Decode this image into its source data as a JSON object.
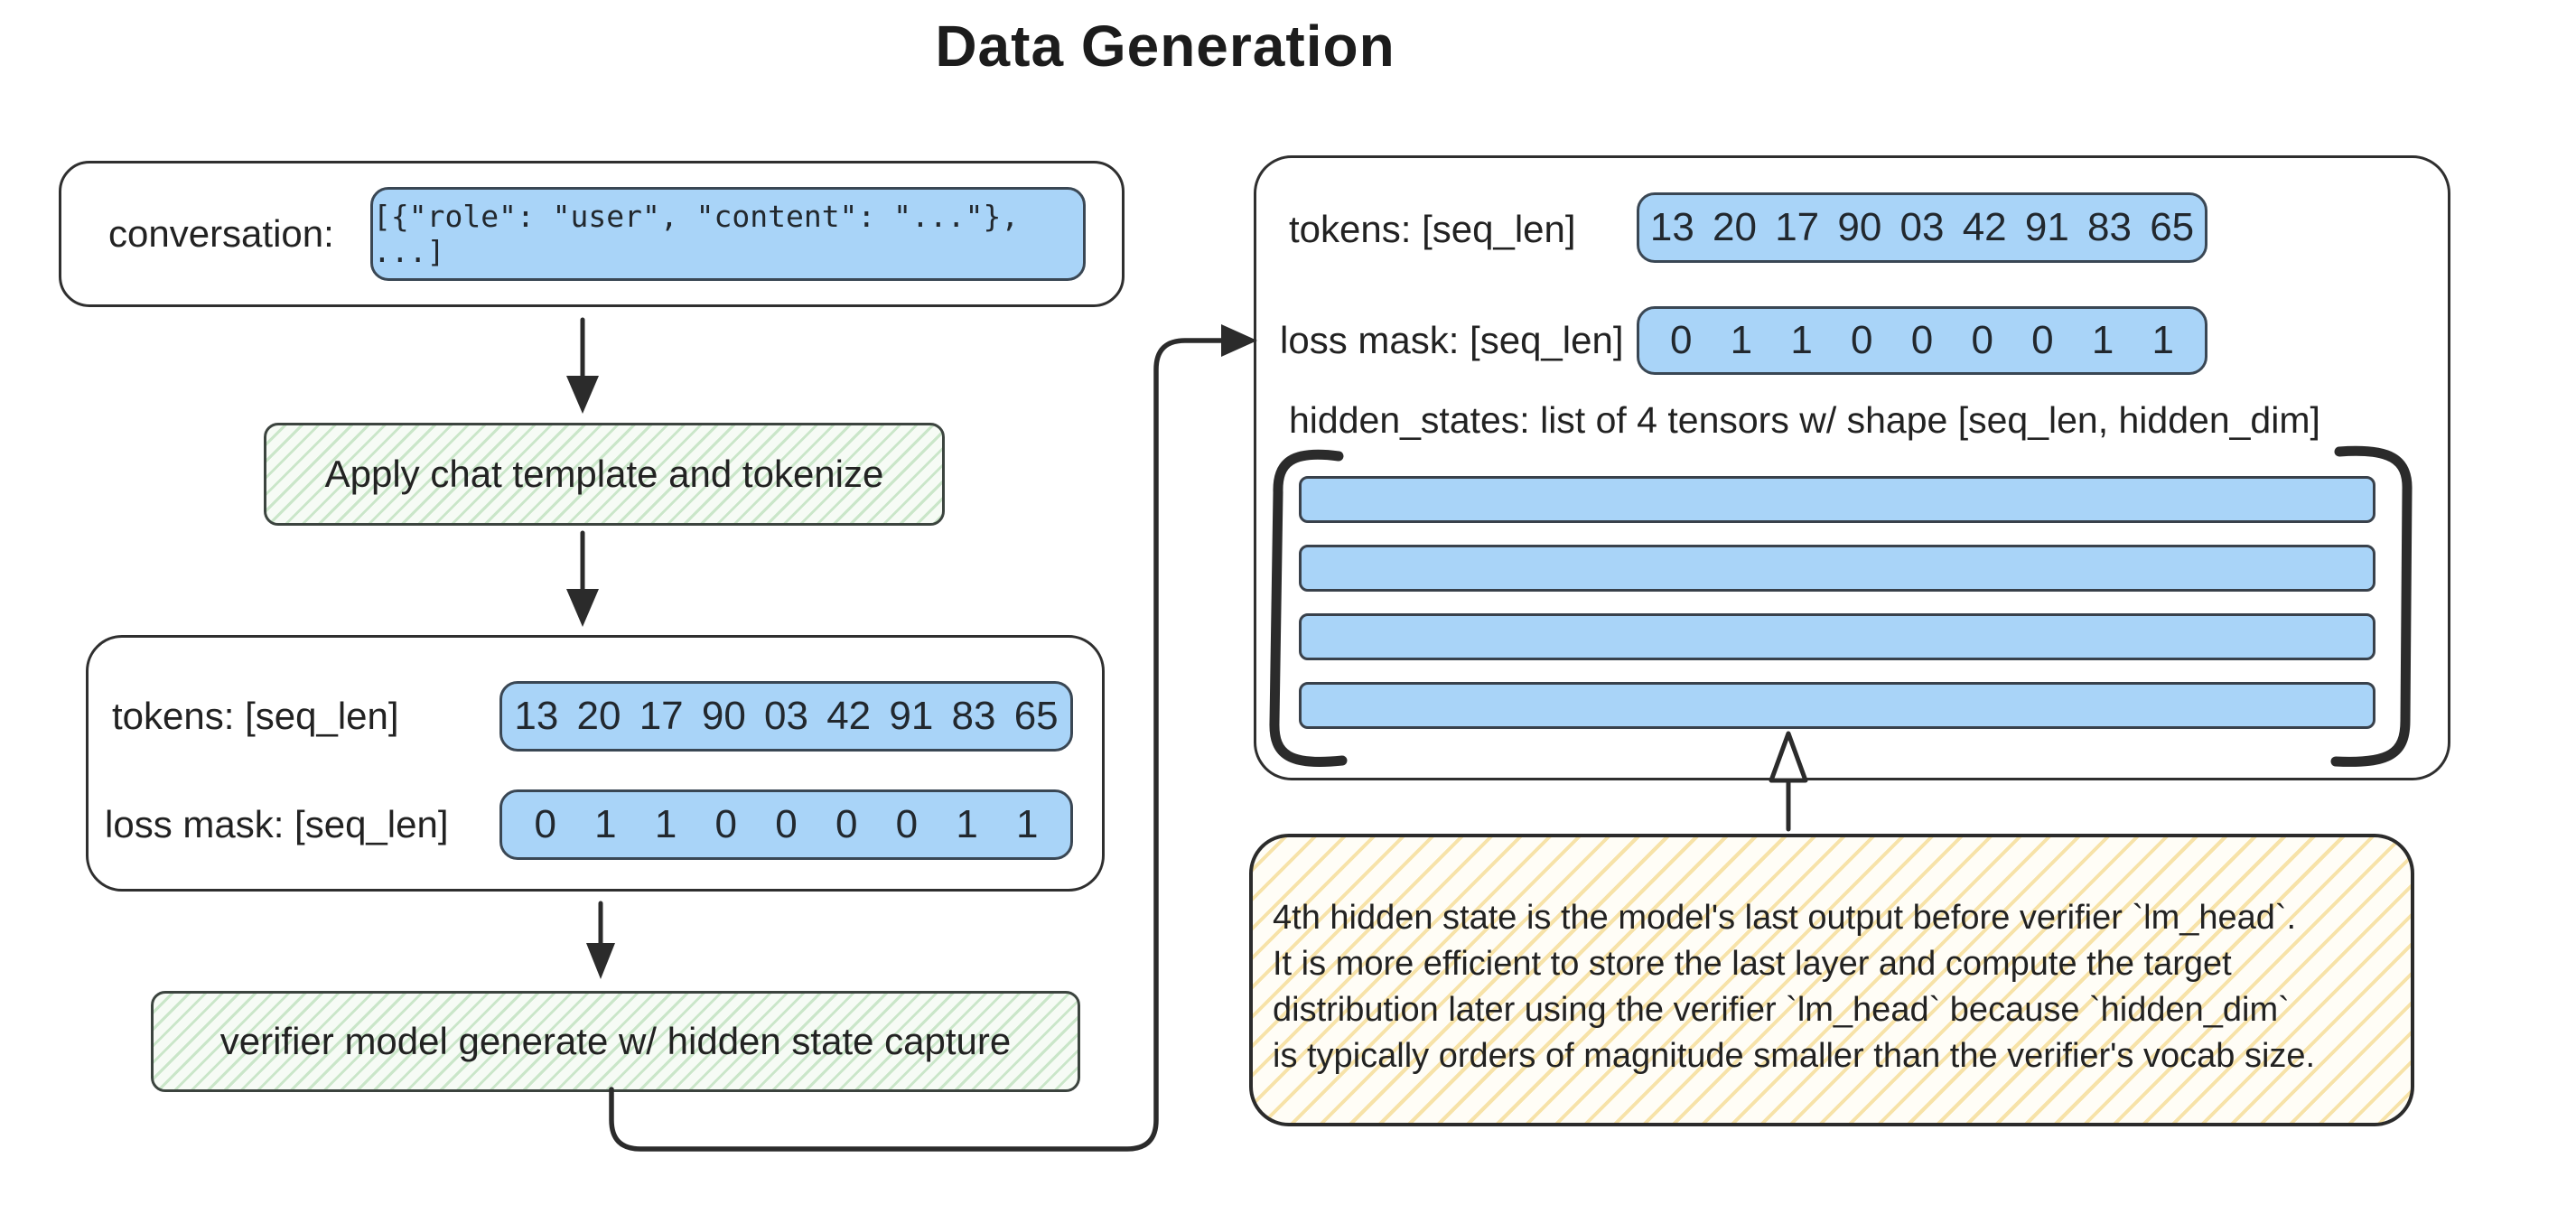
{
  "title": "Data Generation",
  "left": {
    "conversation": {
      "label": "conversation:",
      "code": "[{\"role\": \"user\", \"content\": \"...\"}, ...]"
    },
    "step1_label": "Apply chat template and tokenize",
    "tokens_label": "tokens: [seq_len]",
    "tokens_values": "13 20 17 90 03 42 91 83 65",
    "loss_mask_label": "loss mask: [seq_len]",
    "loss_mask_values": "0 1 1 0 0 0 0 1 1",
    "step2_label": "verifier model generate w/ hidden state capture"
  },
  "right": {
    "tokens_label": "tokens: [seq_len]",
    "tokens_values": "13 20 17 90 03 42 91 83 65",
    "loss_mask_label": "loss mask: [seq_len]",
    "loss_mask_values": "0 1 1 0 0 0 0 1 1",
    "hidden_states_label": "hidden_states: list of 4 tensors w/ shape [seq_len, hidden_dim]",
    "tensor_count": 4
  },
  "note": {
    "lines": [
      "4th hidden state is the model's last output before verifier `lm_head`.",
      "It is more efficient to store the last layer and compute the target",
      "distribution later using the verifier `lm_head` because `hidden_dim`",
      "is typically orders of magnitude smaller than the verifier's vocab size."
    ]
  },
  "colors": {
    "ink": "#2b2b2b",
    "blue_fill": "#a9d4f8",
    "green_fill": "#f6fbf5",
    "yellow_fill": "#fffdf6"
  }
}
